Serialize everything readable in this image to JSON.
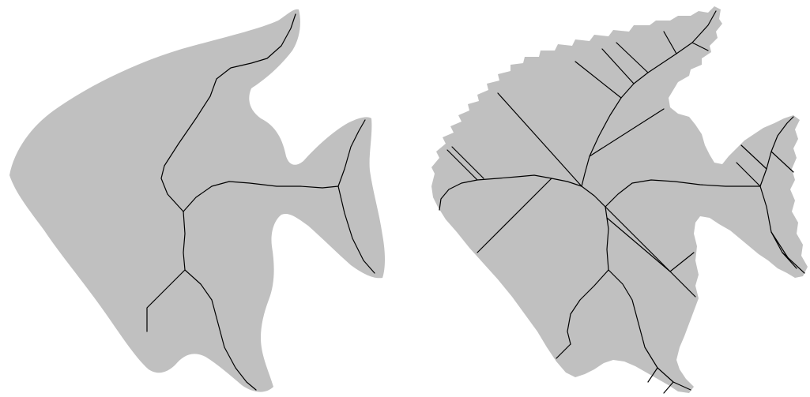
{
  "colors": {
    "background": "#ffffff",
    "shape_fill": "#c0c0c0",
    "skeleton_stroke": "#000000"
  },
  "panels": [
    {
      "id": "smooth-fish",
      "edge": "smooth",
      "skeleton": "clean"
    },
    {
      "id": "noisy-fish",
      "edge": "noisy",
      "skeleton": "with-spurious-branches"
    }
  ]
}
